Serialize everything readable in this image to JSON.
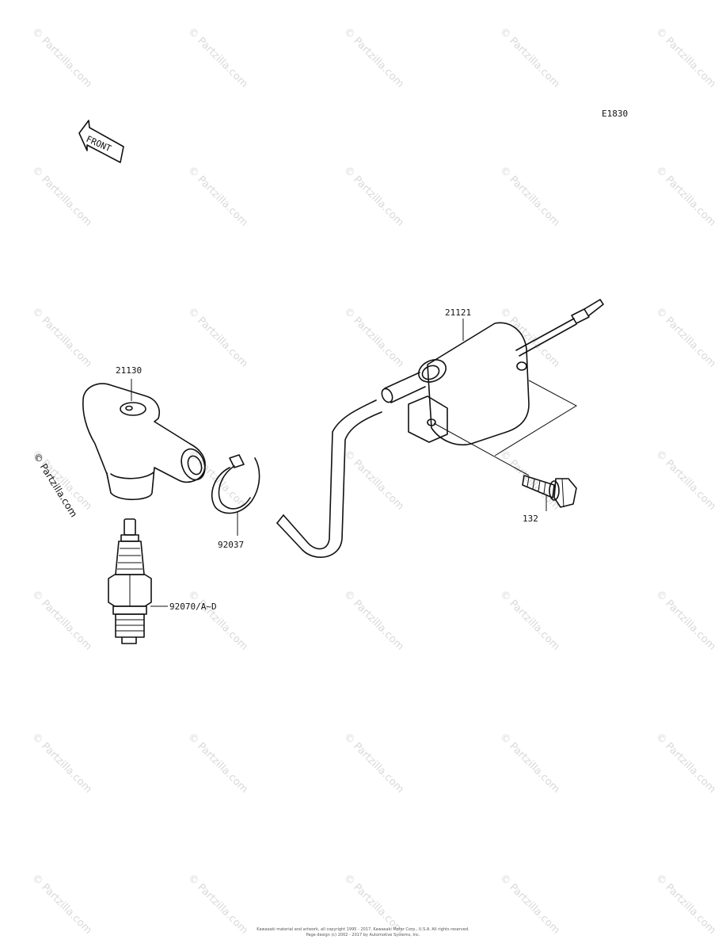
{
  "diagram_code": "E1830",
  "front_label": "FRONT",
  "copyright_side": "© Partzilla.com",
  "watermark_text": "© Partzilla.com",
  "parts": [
    {
      "id": "21130",
      "label": "21130"
    },
    {
      "id": "21121",
      "label": "21121"
    },
    {
      "id": "92037",
      "label": "92037"
    },
    {
      "id": "92070",
      "label": "92070/A~D"
    },
    {
      "id": "132",
      "label": "132"
    }
  ],
  "footer": {
    "line1": "Kawasaki material and artwork, all copyright 1995 - 2017, Kawasaki Motor Corp., U.S.A. All rights reserved.",
    "line2": "Page design (c) 2002 - 2017 by Automotive Systems, Inc."
  }
}
